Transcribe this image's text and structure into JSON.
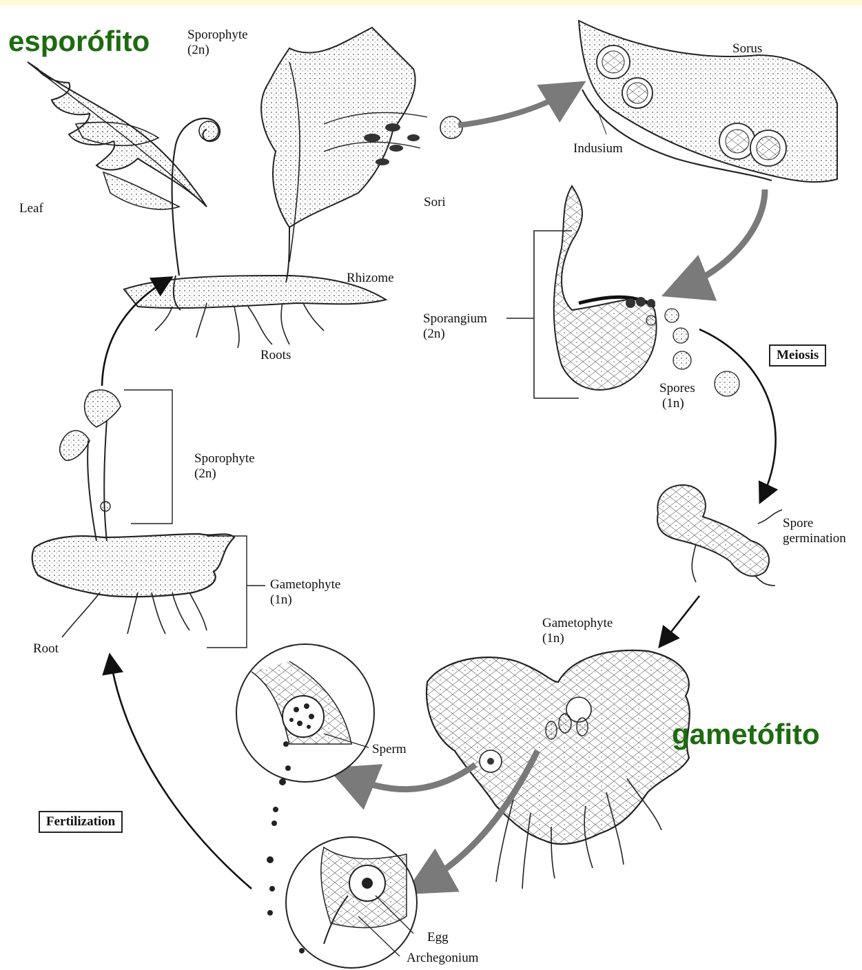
{
  "overlay_labels": {
    "sporophyte_es": "esporófito",
    "gametophyte_es": "gametófito"
  },
  "labels": {
    "sporophyte_top": "Sporophyte",
    "sporophyte_top_ploidy": "(2n)",
    "leaf": "Leaf",
    "sori": "Sori",
    "rhizome": "Rhizome",
    "roots": "Roots",
    "sorus": "Sorus",
    "indusium": "Indusium",
    "sporangium": "Sporangium",
    "sporangium_ploidy": "(2n)",
    "spores": "Spores",
    "spores_ploidy": "(1n)",
    "spore_germination_1": "Spore",
    "spore_germination_2": "germination",
    "gametophyte_right": "Gametophyte",
    "gametophyte_right_ploidy": "(1n)",
    "sporophyte_young": "Sporophyte",
    "sporophyte_young_ploidy": "(2n)",
    "gametophyte_left": "Gametophyte",
    "gametophyte_left_ploidy": "(1n)",
    "root": "Root",
    "sperm": "Sperm",
    "egg": "Egg",
    "archegonium": "Archegonium"
  },
  "stage_boxes": {
    "meiosis": "Meiosis",
    "fertilization": "Fertilization"
  },
  "colors": {
    "overlay_text": "#1d6b0f",
    "background_band": "#fffbd8",
    "arrow_gray": "#7a7a7a"
  }
}
